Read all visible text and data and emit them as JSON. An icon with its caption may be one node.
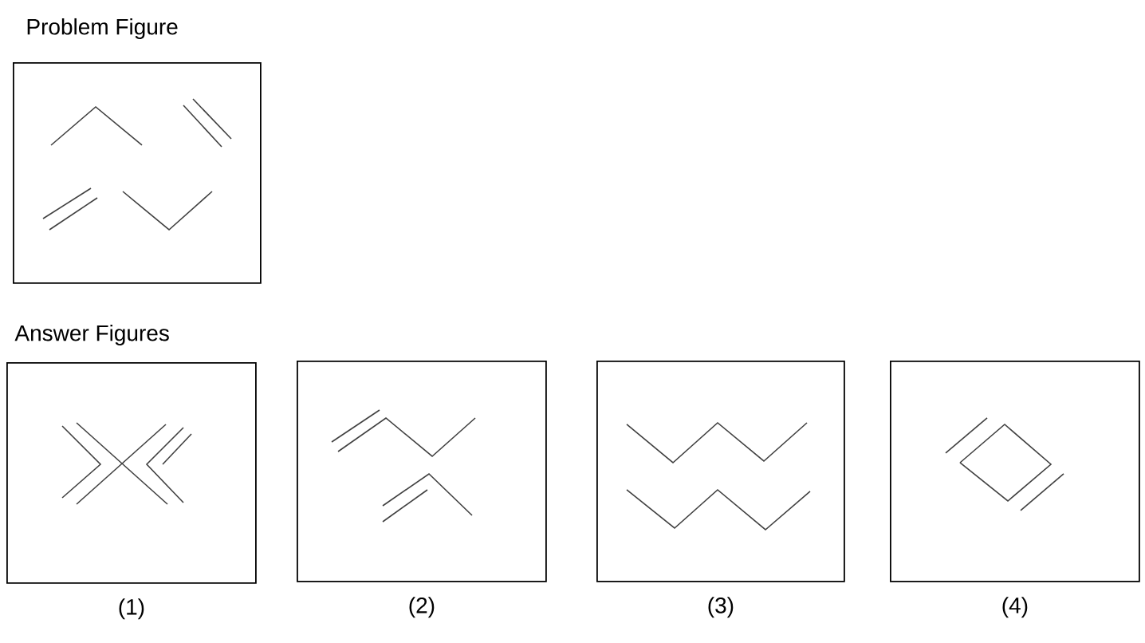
{
  "diagram": {
    "nodes": [
      {
        "text": [],
        "shape": "box"
      },
      {
        "text": [],
        "shape": "box",
        "beside": [
          "(1)"
        ]
      },
      {
        "text": [],
        "shape": "box",
        "beside": [
          "(2)"
        ]
      },
      {
        "text": [],
        "shape": "box",
        "beside": [
          "(3)"
        ]
      },
      {
        "text": [],
        "shape": "box",
        "beside": [
          "(4)"
        ]
      }
    ],
    "labels": [
      "Problem Figure",
      "Answer Figures"
    ]
  }
}
